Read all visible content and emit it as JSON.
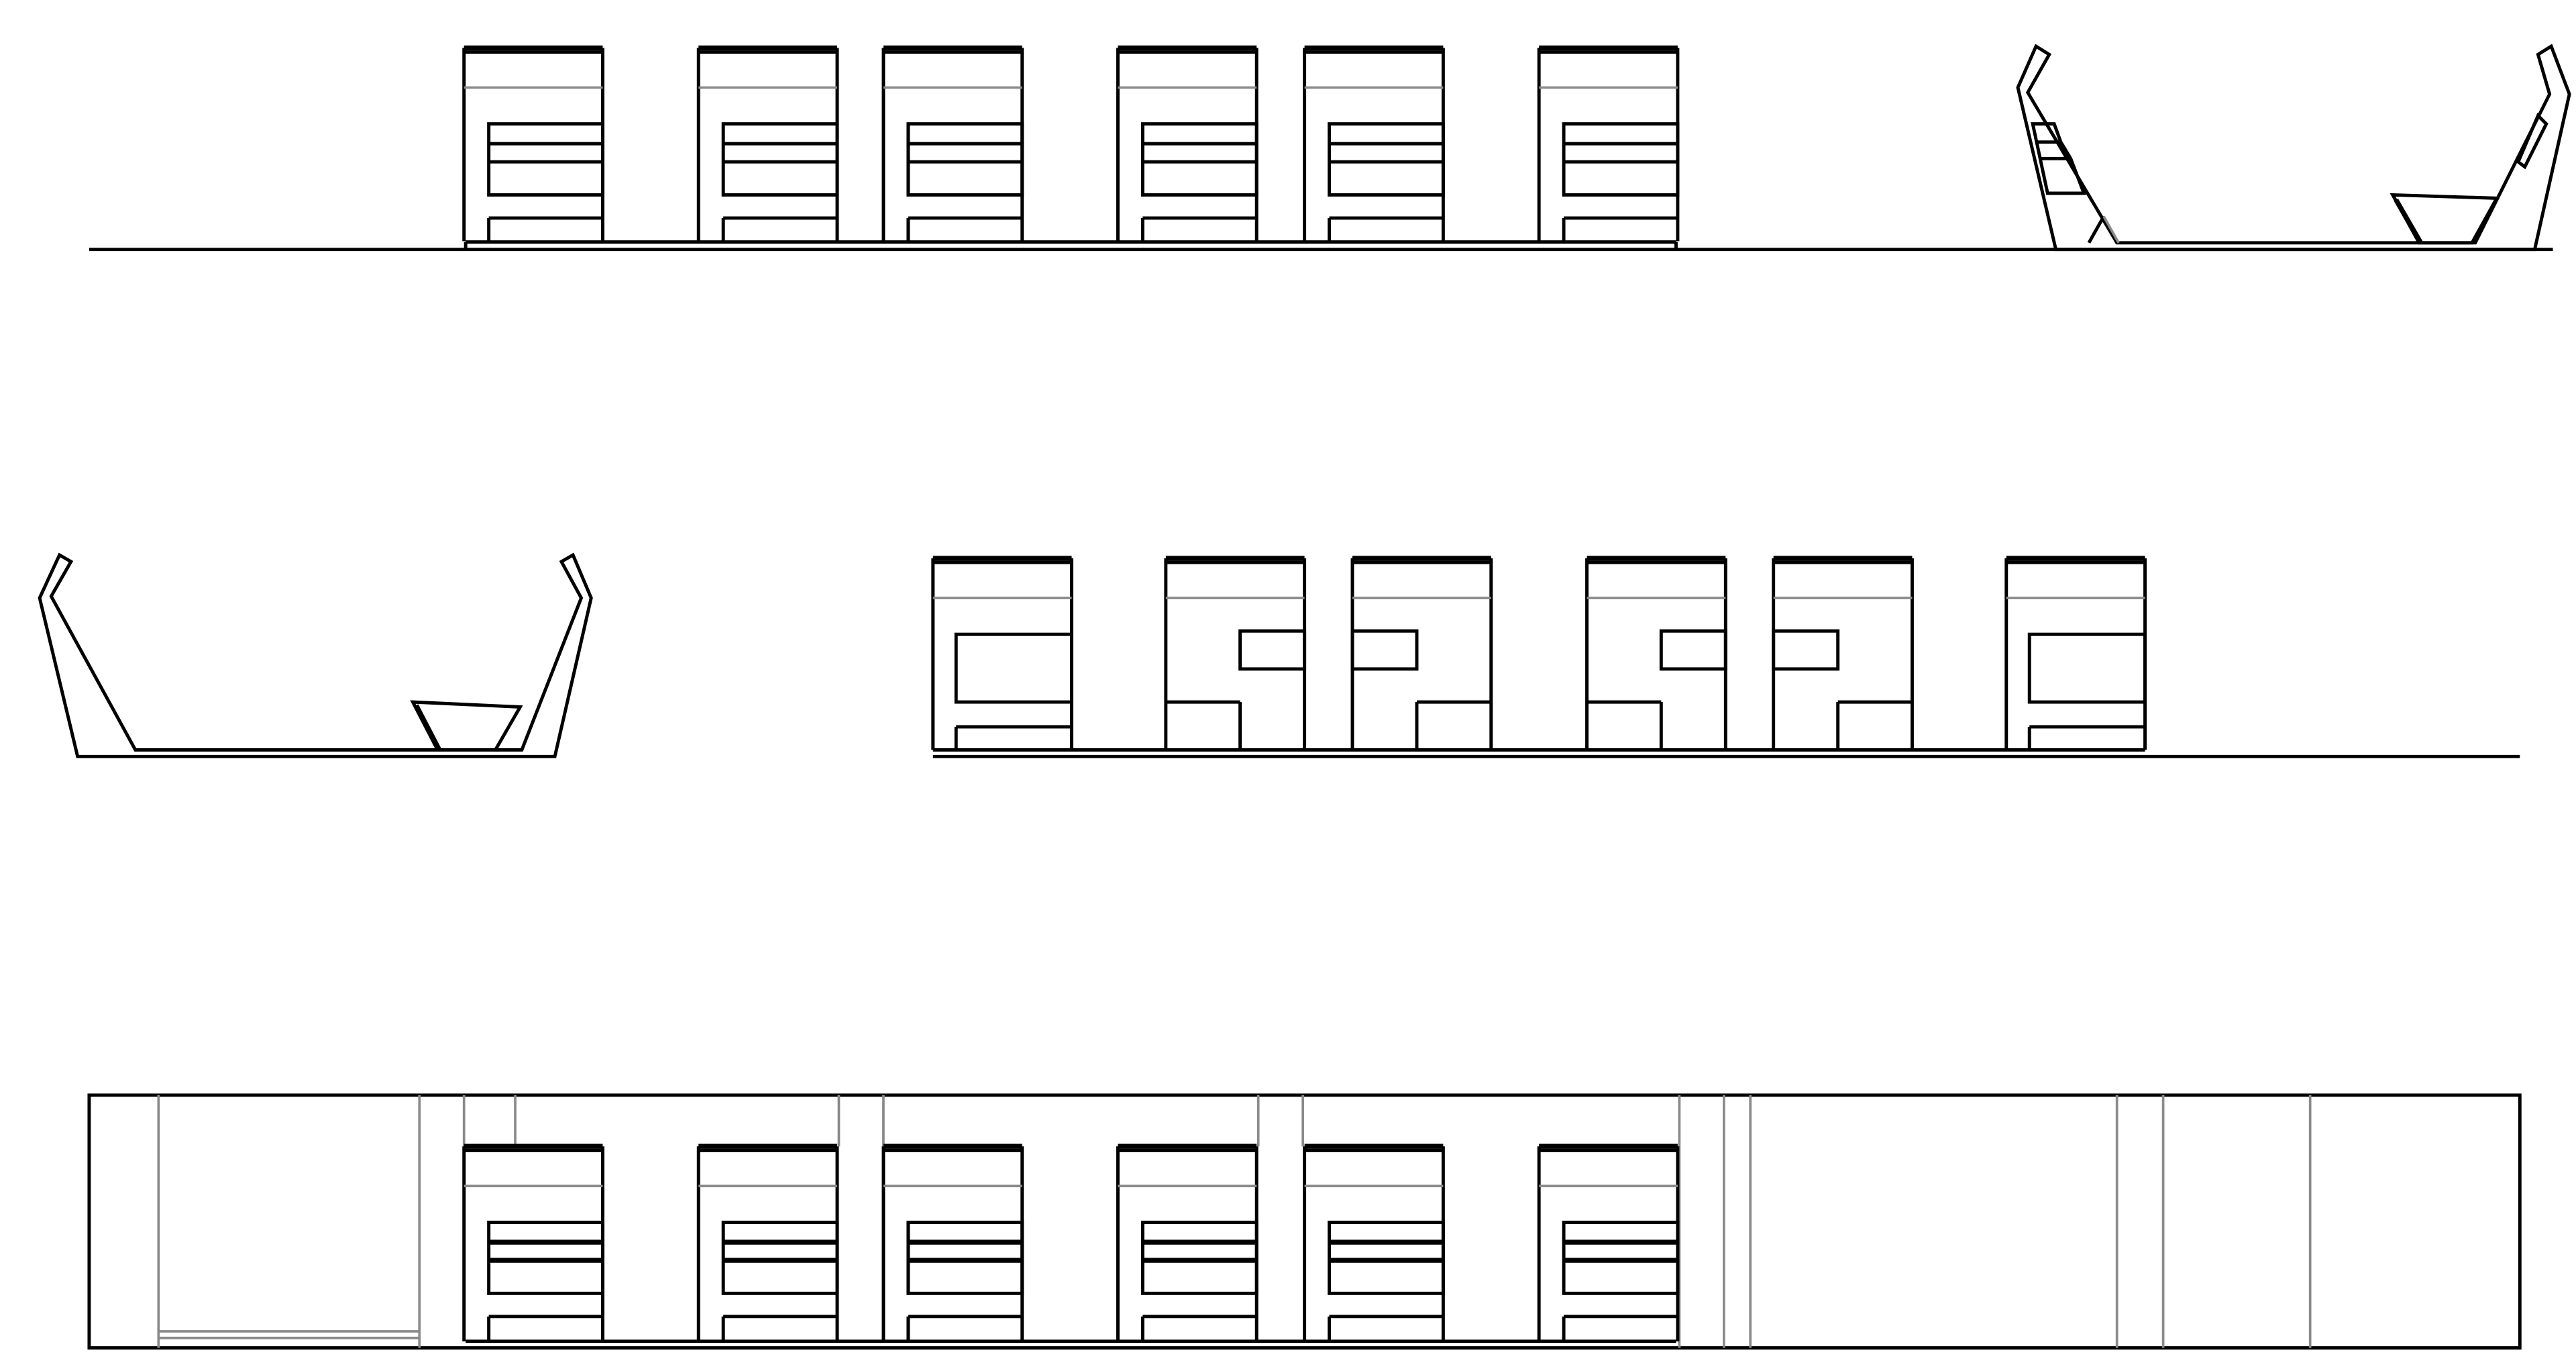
{
  "drawing": {
    "kind": "architectural elevations and sections",
    "stroke_color": "#000000",
    "secondary_line_color": "#8a8a8a",
    "background_color": "#ffffff",
    "views": [
      {
        "id": "elevation-top",
        "module_count": 6,
        "infill": "three-band"
      },
      {
        "id": "section-top",
        "shape": "open-trough"
      },
      {
        "id": "section-middle",
        "shape": "open-trough"
      },
      {
        "id": "elevation-middle",
        "module_count": 6,
        "infill": "cutout"
      },
      {
        "id": "elevation-bottom",
        "module_count": 6,
        "infill": "three-band",
        "framed": true
      }
    ]
  }
}
